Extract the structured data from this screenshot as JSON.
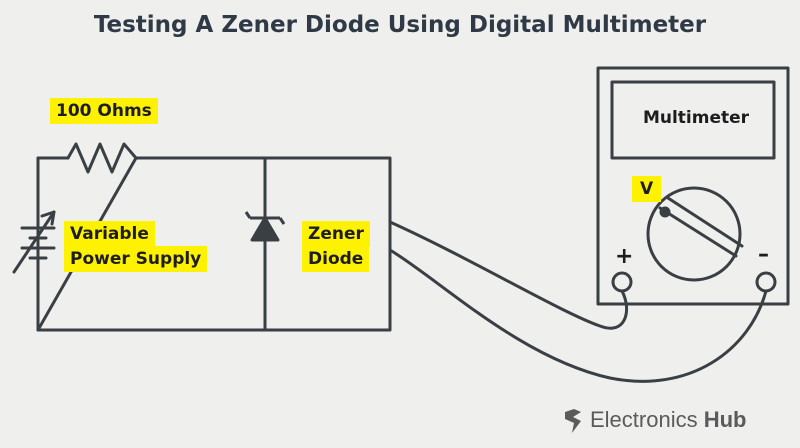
{
  "title": "Testing A Zener Diode Using Digital Multimeter",
  "labels": {
    "resistor": "100 Ohms",
    "supply_line1": "Variable",
    "supply_line2": "Power Supply",
    "diode_line1": "Zener",
    "diode_line2": "Diode",
    "multimeter": "Multimeter",
    "mode": "V",
    "plus": "+",
    "minus": "–"
  },
  "brand": {
    "name_part1": "Electronics",
    "name_part2": "Hub",
    "icon": "electronics-hub-logo-icon"
  },
  "colors": {
    "background": "#efefee",
    "line": "#3a3f44",
    "highlight": "#fff200",
    "title": "#2f3a46"
  }
}
